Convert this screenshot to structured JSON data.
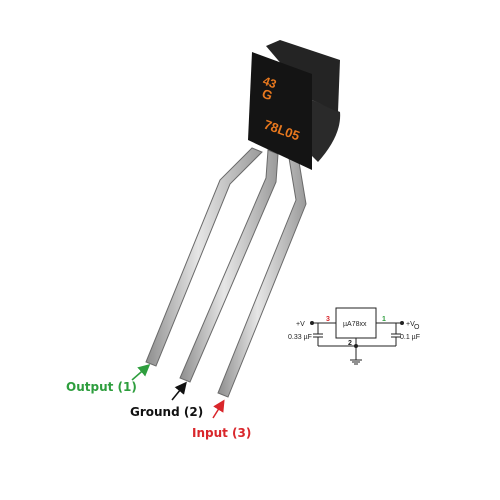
{
  "component": {
    "marking_line1": "43",
    "marking_line2": "G",
    "part_number": "78L05"
  },
  "pin_labels": [
    {
      "text": "Output (1)",
      "color": "#2e9e3e"
    },
    {
      "text": "Ground (2)",
      "color": "#111111"
    },
    {
      "text": "Input (3)",
      "color": "#d9262b"
    }
  ],
  "schematic": {
    "chip_label": "µA78xx",
    "vin_label": "+V",
    "vout_label": "+V",
    "vout_subscript": "O",
    "pin_in": "3",
    "pin_out": "1",
    "pin_gnd": "2",
    "cap_in": "0.33 µF",
    "cap_out": "0.1 µF"
  },
  "colors": {
    "body": "#141414",
    "marking": "#e8781e",
    "lead": "#b3b3b3",
    "lead_edge": "#6a6a6a",
    "pin_in_color": "#d9262b",
    "pin_out_color": "#2e9e3e"
  }
}
